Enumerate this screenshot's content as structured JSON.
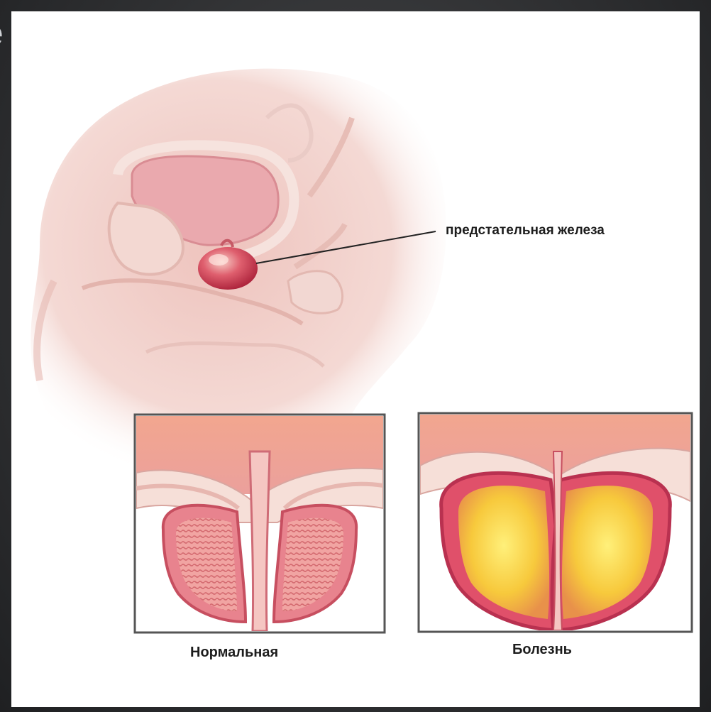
{
  "labels": {
    "gland": "предстательная железа",
    "normal": "Нормальная",
    "disease": "Болезнь"
  },
  "colors": {
    "frame": "#2f3032",
    "skin": "#f2d2cc",
    "organ": "#e8a9ad",
    "tissue": "#d9606c",
    "enlarged_tissue": "#f4c63a",
    "bladder": "#e7b0b5"
  }
}
